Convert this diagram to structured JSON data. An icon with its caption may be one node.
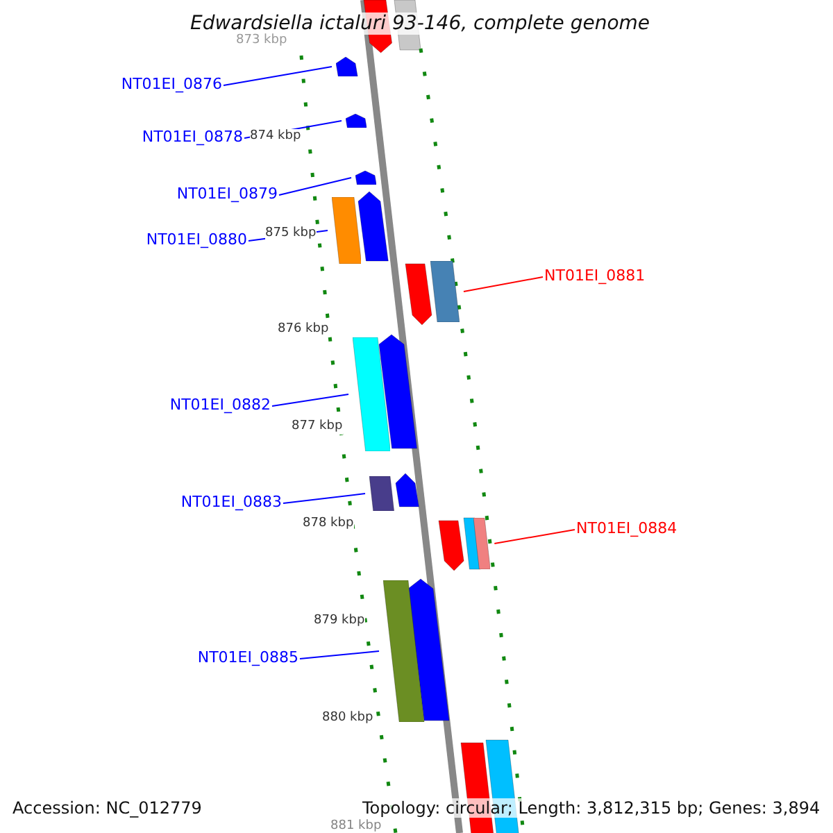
{
  "diagram": {
    "title": "Edwardsiella ictaluri 93-146, complete genome",
    "nodes": [
      {
        "text": [
          "NT01EI_0876"
        ]
      },
      {
        "text": [
          "NT01EI_0878"
        ]
      },
      {
        "text": [
          "NT01EI_0879"
        ]
      },
      {
        "text": [
          "NT01EI_0880"
        ]
      },
      {
        "text": [
          "NT01EI_0881"
        ]
      },
      {
        "text": [
          "NT01EI_0882"
        ]
      },
      {
        "text": [
          "NT01EI_0883"
        ]
      },
      {
        "text": [
          "NT01EI_0884"
        ]
      },
      {
        "text": [
          "NT01EI_0885"
        ]
      },
      {
        "text": [],
        "shape": "bar"
      },
      {
        "text": [],
        "shape": "bar"
      },
      {
        "text": [],
        "shape": "bar"
      },
      {
        "text": [],
        "shape": "bar"
      },
      {
        "text": [],
        "shape": "bar"
      },
      {
        "text": [],
        "shape": "bar"
      },
      {
        "text": [],
        "shape": "bar"
      },
      {
        "text": [],
        "shape": "bar"
      },
      {
        "text": [],
        "shape": "bar"
      }
    ],
    "edges": [
      {
        "from": 0,
        "to": 9,
        "arrow": "none"
      },
      {
        "from": 1,
        "to": 10,
        "arrow": "none"
      },
      {
        "from": 2,
        "to": 11,
        "arrow": "none"
      },
      {
        "from": 3,
        "to": 12,
        "arrow": "none"
      },
      {
        "from": 4,
        "to": 13,
        "arrow": "none",
        "color": "#ff0000"
      },
      {
        "from": 5,
        "to": 14,
        "arrow": "none"
      },
      {
        "from": 6,
        "to": 15,
        "arrow": "none"
      },
      {
        "from": 7,
        "to": 16,
        "arrow": "none",
        "color": "#ff0000"
      },
      {
        "from": 8,
        "to": 17,
        "arrow": "none"
      }
    ],
    "labels": [
      "873 kbp",
      "874 kbp",
      "875 kbp",
      "876 kbp",
      "877 kbp",
      "878 kbp",
      "879 kbp",
      "880 kbp",
      "881 kbp",
      "Accession: NC_012779",
      "Topology: circular; Length: 3,812,315 bp; Genes: 3,894"
    ]
  }
}
